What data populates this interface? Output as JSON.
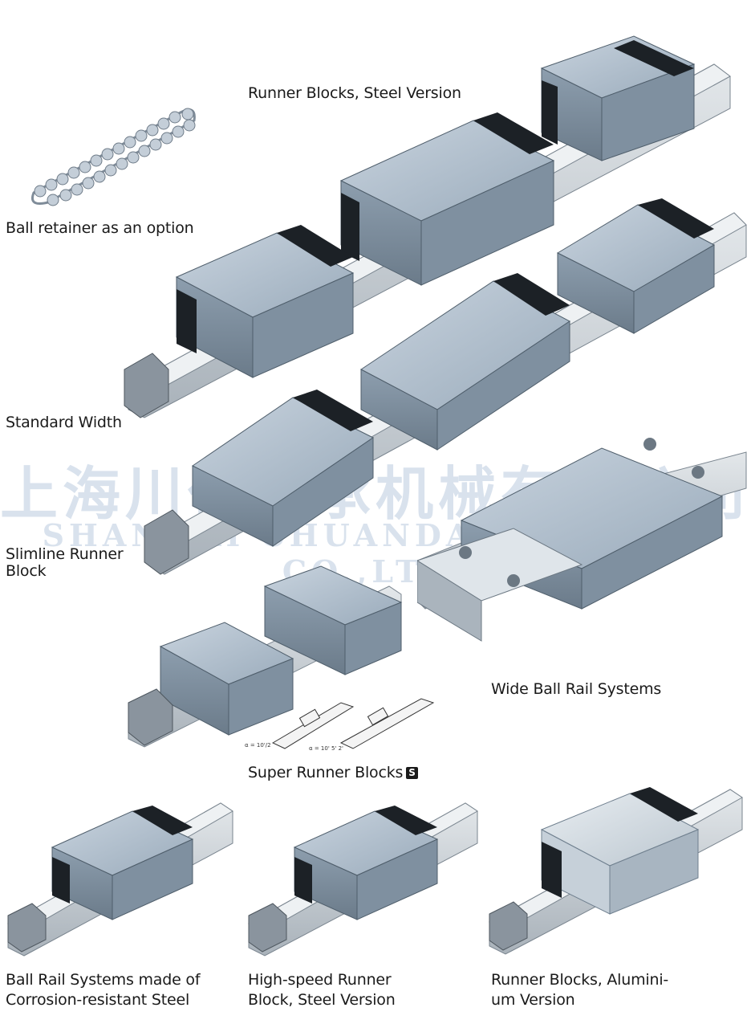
{
  "labels": {
    "runner_blocks_steel": "Runner Blocks, Steel Version",
    "ball_retainer": "Ball retainer as an option",
    "standard_width": "Standard Width",
    "slimline_line1": "Slimline Runner",
    "slimline_line2": "Block",
    "wide_ball_rail": "Wide Ball Rail Systems",
    "super_runner": "Super Runner Blocks",
    "super_badge": "S",
    "corrosion_line1": "Ball Rail Systems made of",
    "corrosion_line2": "Corrosion-resistant Steel",
    "highspeed_line1": "High-speed Runner",
    "highspeed_line2": "Block, Steel Version",
    "aluminium_line1": "Runner Blocks, Alumini-",
    "aluminium_line2": "um Version"
  },
  "watermark": {
    "chinese": "上海川代轴承机械有限公司",
    "english": "SHANHAI CHUANDAI BEARING CO.,LTD."
  },
  "colors": {
    "steel_light": "#b9c6d3",
    "steel_mid": "#8e9fb0",
    "steel_dark": "#5d6d7c",
    "seal_black": "#1c2126",
    "rail": "#c9d0d6"
  }
}
